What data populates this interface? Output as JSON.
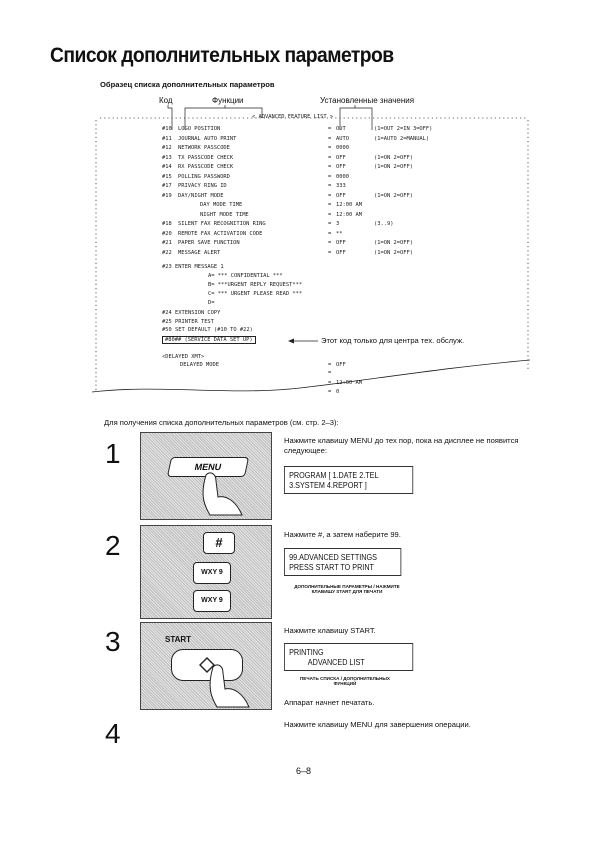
{
  "page": {
    "title": "Список дополнительных параметров",
    "subtitle": "Образец списка дополнительных параметров",
    "labels": {
      "code": "Код",
      "functions": "Функции",
      "values": "Установленные значения"
    },
    "header": "< ADVANCED FEATURE LIST >",
    "rows": [
      {
        "code": "#10",
        "name": "LOGO POSITION",
        "value": "OUT",
        "opts": "(1=OUT 2=IN 3=OFF)"
      },
      {
        "code": "#11",
        "name": "JOURNAL AUTO PRINT",
        "value": "AUTO",
        "opts": "(1=AUTO 2=MANUAL)"
      },
      {
        "code": "#12",
        "name": "NETWORK PASSCODE",
        "value": "0000",
        "opts": ""
      },
      {
        "code": "#13",
        "name": "TX PASSCODE CHECK",
        "value": "OFF",
        "opts": "(1=ON 2=OFF)"
      },
      {
        "code": "#14",
        "name": "RX PASSCODE CHECK",
        "value": "OFF",
        "opts": "(1=ON 2=OFF)"
      },
      {
        "code": "#15",
        "name": "POLLING PASSWORD",
        "value": "0000",
        "opts": ""
      },
      {
        "code": "#17",
        "name": "PRIVACY RING ID",
        "value": "333",
        "opts": ""
      },
      {
        "code": "#19",
        "name": "DAY/NIGHT MODE",
        "value": "OFF",
        "opts": "(1=ON 2=OFF)"
      },
      {
        "code": "",
        "name": "DAY MODE TIME",
        "value": "12:00 AM",
        "opts": ""
      },
      {
        "code": "",
        "name": "NIGHT MODE TIME",
        "value": "12:00 AM",
        "opts": ""
      },
      {
        "code": "#18",
        "name": "SILENT FAX RECOGNITION RING",
        "value": "3",
        "opts": "(3..9)"
      },
      {
        "code": "#20",
        "name": "REMOTE FAX ACTIVATION CODE",
        "value": "**",
        "opts": ""
      },
      {
        "code": "#21",
        "name": "PAPER SAVE FUNCTION",
        "value": "OFF",
        "opts": "(1=ON 2=OFF)"
      },
      {
        "code": "#22",
        "name": "MESSAGE ALERT",
        "value": "OFF",
        "opts": "(1=ON 2=OFF)"
      }
    ],
    "enter_msg": "#23 ENTER MESSAGE 1",
    "msg_lines": [
      "A= ***   CONFIDENTIAL   ***",
      "B= ***URGENT REPLY REQUEST***",
      "C= ***  URGENT PLEASE READ  ***",
      "D="
    ],
    "extra_lines": [
      "#24 EXTENSION COPY",
      "#25 PRINTER TEST",
      "#50 SET DEFAULT (#10 TO #22)",
      "#80##  (SERVICE DATA SET UP)"
    ],
    "service_note": "Этот код только для центра тех. обслуж.",
    "delayed": {
      "heading": "<DELAYED XMT>",
      "mode_label": "DELAYED MODE",
      "mode_value": "OFF",
      "time_value": "12:00 AM",
      "last_value": "0",
      "eq": "="
    },
    "intro": "Для получения списка дополнительных параметров (см. стр. 2–3):",
    "steps": [
      {
        "num": "1",
        "text": "Нажмите клавишу MENU до тех пор, пока на дисплее не появится следующее:",
        "key": "MENU",
        "lcd": [
          "PROGRAM [ 1.DATE 2.TEL",
          "3.SYSTEM 4.REPORT ]"
        ],
        "caption": ""
      },
      {
        "num": "2",
        "text": "Нажмите #, а затем наберите 99.",
        "key1": "#",
        "key2": "WXY 9",
        "key3": "WXY 9",
        "lcd": [
          "99.ADVANCED SETTINGS",
          "PRESS START TO PRINT"
        ],
        "caption": "ДОПОЛНИТЕЛЬНЫЕ ПАРАМЕТРЫ / НАЖМИТЕ КЛАВИШУ START ДЛЯ ПЕЧАТИ"
      },
      {
        "num": "3",
        "text": "Нажмите клавишу START.",
        "key": "START",
        "lcd": [
          "PRINTING",
          "ADVANCED LIST"
        ],
        "caption": "ПЕЧАТЬ СПИСКА / ДОПОЛНИТЕЛЬНЫХ ФУНКЦИЙ",
        "after": "Аппарат начнет печатать."
      },
      {
        "num": "4",
        "text": "Нажмите клавишу MENU для завершения операции."
      }
    ],
    "page_number": "6–8"
  }
}
